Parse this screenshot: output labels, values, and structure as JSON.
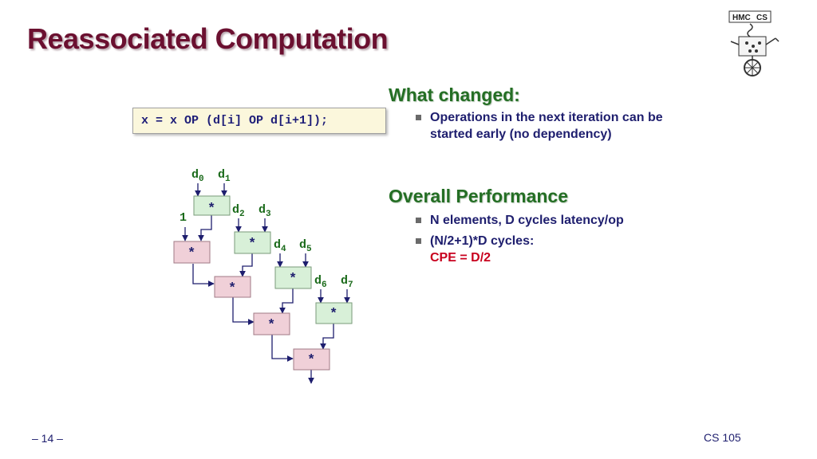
{
  "slide": {
    "title": "Reassociated Computation",
    "code": "x = x OP (d[i] OP d[i+1]);",
    "page_number": "– 14 –",
    "course": "CS 105"
  },
  "logo": {
    "text": "HMC CS"
  },
  "what_changed": {
    "heading": "What changed:",
    "bullets": [
      {
        "lines": [
          "Operations in the next iteration can be",
          "started early (no dependency)"
        ]
      }
    ]
  },
  "overall": {
    "heading": "Overall Performance",
    "bullets": [
      {
        "text": "N elements, D cycles latency/op"
      },
      {
        "text": "(N/2+1)*D cycles:",
        "highlight": "CPE = D/2"
      }
    ]
  },
  "diagram": {
    "inputs": [
      {
        "name": "d",
        "sub": "0"
      },
      {
        "name": "d",
        "sub": "1"
      },
      {
        "name": "d",
        "sub": "2"
      },
      {
        "name": "d",
        "sub": "3"
      },
      {
        "name": "d",
        "sub": "4"
      },
      {
        "name": "d",
        "sub": "5"
      },
      {
        "name": "d",
        "sub": "6"
      },
      {
        "name": "d",
        "sub": "7"
      }
    ],
    "initial": "1",
    "op_symbol": "*",
    "colors": {
      "pair_op_fill": "#d8f0d8",
      "accum_op_fill": "#f0d0d8",
      "arrow": "#1e1e6e",
      "green_text": "#1a6a1a"
    }
  }
}
